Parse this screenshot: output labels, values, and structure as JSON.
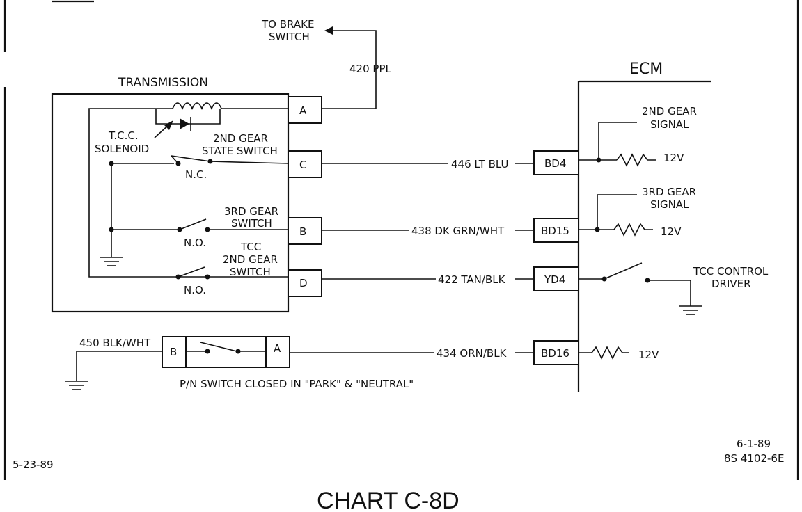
{
  "labels": {
    "to_brake_switch_1": "TO BRAKE",
    "to_brake_switch_2": "SWITCH",
    "wire_420": "420 PPL",
    "transmission": "TRANSMISSION",
    "ecm": "ECM",
    "tcc_solenoid_1": "T.C.C.",
    "tcc_solenoid_2": "SOLENOID",
    "second_gear_state_1": "2ND GEAR",
    "second_gear_state_2": "STATE SWITCH",
    "nc": "N.C.",
    "third_gear_switch_1": "3RD GEAR",
    "third_gear_switch_2": "SWITCH",
    "no_1": "N.O.",
    "tcc_2nd_1": "TCC",
    "tcc_2nd_2": "2ND GEAR",
    "tcc_2nd_3": "SWITCH",
    "no_2": "N.O.",
    "wire_446": "446 LT BLU",
    "wire_438": "438 DK GRN/WHT",
    "wire_422": "422 TAN/BLK",
    "wire_434": "434 ORN/BLK",
    "wire_450": "450 BLK/WHT",
    "sig_2nd_1": "2ND GEAR",
    "sig_2nd_2": "SIGNAL",
    "sig_3rd_1": "3RD GEAR",
    "sig_3rd_2": "SIGNAL",
    "v12_a": "12V",
    "v12_b": "12V",
    "v12_c": "12V",
    "tcc_driver_1": "TCC CONTROL",
    "tcc_driver_2": "DRIVER",
    "pn_note": "P/N SWITCH CLOSED IN \"PARK\" & \"NEUTRAL\"",
    "date_left": "5-23-89",
    "date_right": "6-1-89",
    "doc_number": "8S 4102-6E",
    "chart_title": "CHART C-8D"
  },
  "terminals": {
    "a": "A",
    "c": "C",
    "b": "B",
    "d": "D",
    "pn_b": "B",
    "pn_a": "A",
    "bd4": "BD4",
    "bd15": "BD15",
    "yd4": "YD4",
    "bd16": "BD16"
  }
}
